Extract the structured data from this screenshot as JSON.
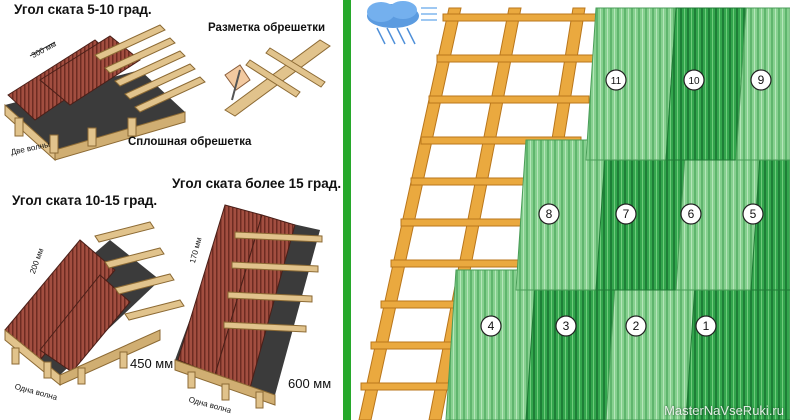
{
  "left_panel": {
    "captions": {
      "slope_5_10": "Угол ската 5-10 град.",
      "batten_marking": "Разметка обрешетки",
      "continuous_batten": "Сплошная обрешетка",
      "slope_10_15": "Угол ската 10-15 град.",
      "slope_over_15": "Угол ската более 15 град."
    },
    "dimensions": {
      "d300": "300 мм",
      "d200": "200 мм",
      "d170": "170 мм",
      "two_waves": "Две волны",
      "one_wave_a": "Одна волна",
      "one_wave_b": "Одна волна",
      "d450": "450 мм",
      "d600": "600 мм"
    }
  },
  "right_panel": {
    "sheet_numbers": [
      "1",
      "2",
      "3",
      "4",
      "5",
      "6",
      "7",
      "8",
      "9",
      "10",
      "11"
    ],
    "watermark": "MasterNaVseRuki.ru"
  },
  "colors": {
    "divider": "#27a82b",
    "roof_sheet": "#9c4a3c",
    "batten": "#e1c38c",
    "rafter": "#e9a93e",
    "green_light": "#7fce8b",
    "green_dark": "#2fa24a",
    "cloud": "#4f8fd8"
  }
}
